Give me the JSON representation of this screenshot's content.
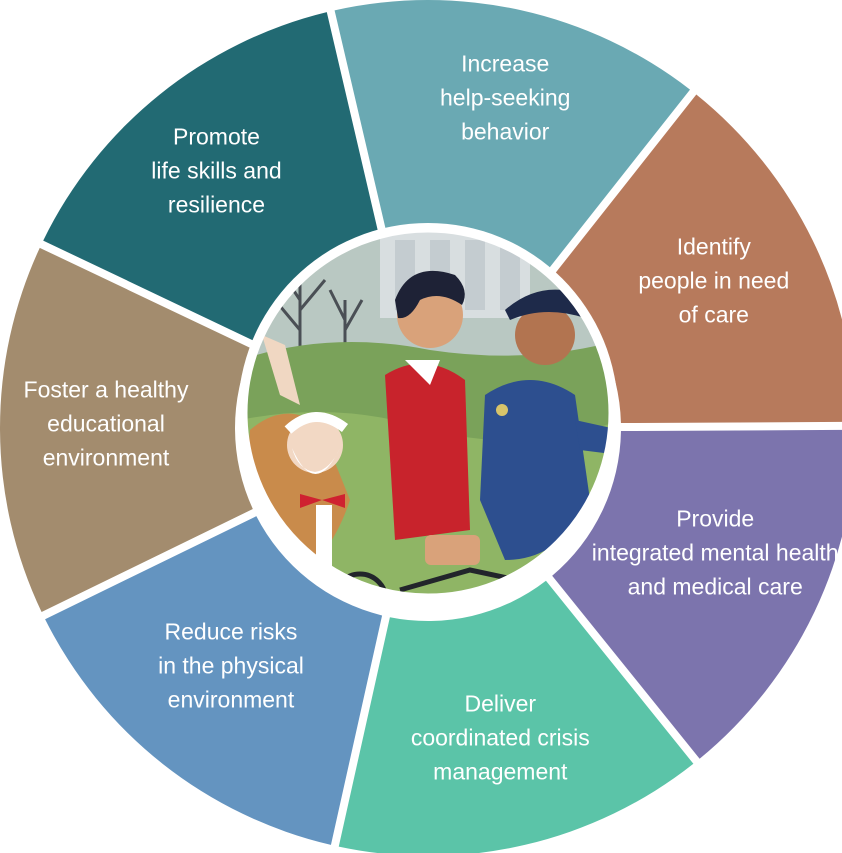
{
  "wheel": {
    "segments": [
      {
        "id": "healthy-environment",
        "lines": [
          "Foster a healthy",
          "educational",
          "environment"
        ],
        "color": "#a38c6e"
      },
      {
        "id": "life-skills",
        "lines": [
          "Promote",
          "life skills and",
          "resilience"
        ],
        "color": "#226a73"
      },
      {
        "id": "help-seeking",
        "lines": [
          "Increase",
          "help-seeking",
          "behavior"
        ],
        "color": "#6aa9b3"
      },
      {
        "id": "identify-people",
        "lines": [
          "Identify",
          "people in need",
          "of care"
        ],
        "color": "#b77a5c"
      },
      {
        "id": "integrated-care",
        "lines": [
          "Provide",
          "integrated mental health",
          "and medical care"
        ],
        "color": "#7c74ad"
      },
      {
        "id": "crisis-management",
        "lines": [
          "Deliver",
          "coordinated crisis",
          "management"
        ],
        "color": "#5bc4a8"
      },
      {
        "id": "physical-environment",
        "lines": [
          "Reduce risks",
          "in the physical",
          "environment"
        ],
        "color": "#6494c0"
      }
    ],
    "center_image": "illustration of people riding bicycles: an elderly man waving, a young man in a red sweater, and a police officer"
  }
}
